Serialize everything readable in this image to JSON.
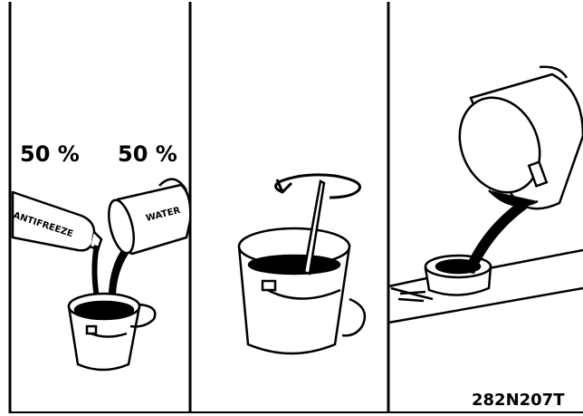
{
  "panels": {
    "left": {
      "antifreeze_ratio": "50 %",
      "water_ratio": "50 %",
      "antifreeze_label": "ANTIFREEZE",
      "water_label": "WATER"
    }
  },
  "figure_code": "282N207T",
  "colors": {
    "ink": "#000000",
    "paper": "#ffffff"
  }
}
